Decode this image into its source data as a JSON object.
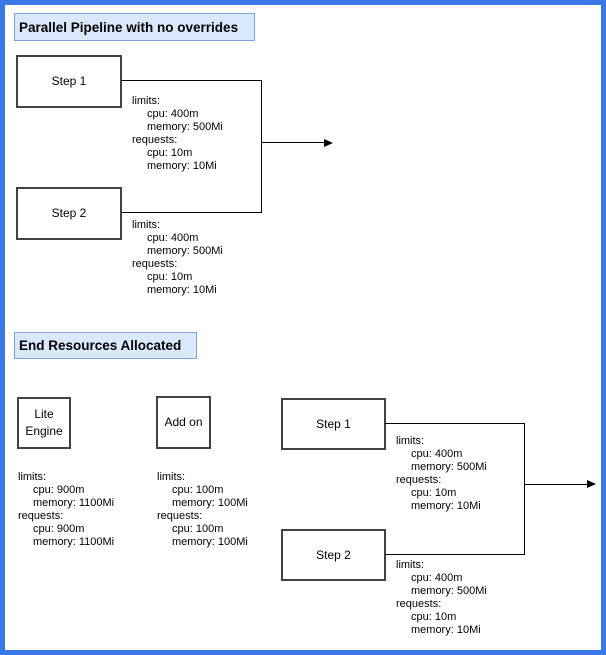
{
  "colors": {
    "frame": "#3b78e7",
    "header_fill": "#dae8fc",
    "header_border": "#7ea2d8",
    "node_border": "#424242",
    "connector": "#000000"
  },
  "top_section": {
    "title": "Parallel Pipeline with no overrides",
    "step1": {
      "label": "Step 1",
      "resources": {
        "lines": [
          "limits:",
          "cpu: 400m",
          "memory: 500Mi",
          "requests:",
          "cpu: 10m",
          "memory: 10Mi"
        ]
      }
    },
    "step2": {
      "label": "Step 2",
      "resources": {
        "lines": [
          "limits:",
          "cpu: 400m",
          "memory: 500Mi",
          "requests:",
          "cpu: 10m",
          "memory: 10Mi"
        ]
      }
    }
  },
  "bottom_section": {
    "title": "End Resources Allocated",
    "lite_engine": {
      "label_lines": [
        "Lite",
        "Engine"
      ],
      "resources": {
        "lines": [
          "limits:",
          "cpu: 900m",
          "memory: 1100Mi",
          "requests:",
          "cpu: 900m",
          "memory: 1100Mi"
        ]
      }
    },
    "add_on": {
      "label": "Add on",
      "resources": {
        "lines": [
          "limits:",
          "cpu: 100m",
          "memory: 100Mi",
          "requests:",
          "cpu: 100m",
          "memory: 100Mi"
        ]
      }
    },
    "step1": {
      "label": "Step 1",
      "resources": {
        "lines": [
          "limits:",
          "cpu: 400m",
          "memory: 500Mi",
          "requests:",
          "cpu: 10m",
          "memory: 10Mi"
        ]
      }
    },
    "step2": {
      "label": "Step 2",
      "resources": {
        "lines": [
          "limits:",
          "cpu: 400m",
          "memory: 500Mi",
          "requests:",
          "cpu: 10m",
          "memory: 10Mi"
        ]
      }
    }
  }
}
